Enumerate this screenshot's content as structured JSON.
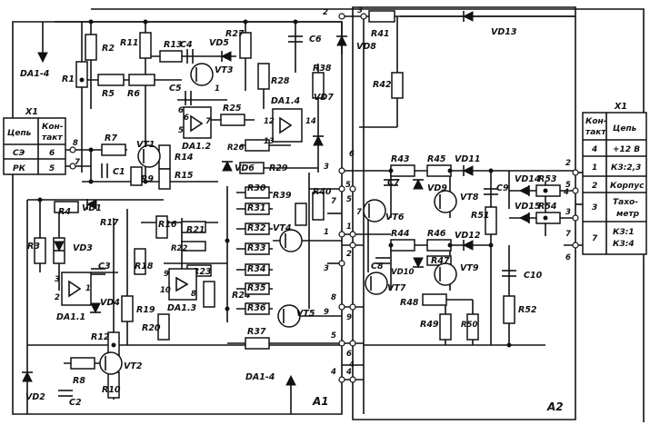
{
  "resistors": {
    "R1": "R1",
    "R2": "R2",
    "R3": "R3",
    "R4": "R4",
    "R5": "R5",
    "R6": "R6",
    "R7": "R7",
    "R8": "R8",
    "R9": "R9",
    "R10": "R10",
    "R11": "R11",
    "R12": "R12",
    "R13": "R13",
    "R14": "R14",
    "R15": "R15",
    "R16": "R16",
    "R17": "R17",
    "R18": "R18",
    "R19": "R19",
    "R20": "R20",
    "R21": "R21",
    "R22": "R22",
    "R23": "R23",
    "R24": "R24",
    "R25": "R25",
    "R26": "R26",
    "R27": "R27",
    "R28": "R28",
    "R29": "R29",
    "R30": "R30",
    "R31": "R31",
    "R32": "R32",
    "R33": "R33",
    "R34": "R34",
    "R35": "R35",
    "R36": "R36",
    "R37": "R37",
    "R38": "R38",
    "R39": "R39",
    "R40": "R40",
    "R41": "R41",
    "R42": "R42",
    "R43": "R43",
    "R44": "R44",
    "R45": "R45",
    "R46": "R46",
    "R47": "R47",
    "R48": "R48",
    "R49": "R49",
    "R50": "R50",
    "R51": "R51",
    "R52": "R52",
    "R53": "R53",
    "R54": "R54"
  },
  "capacitors": {
    "C1": "C1",
    "C2": "C2",
    "C3": "C3",
    "C4": "C4",
    "C5": "C5",
    "C6": "C6",
    "C7": "C7",
    "C8": "C8",
    "C9": "C9",
    "C10": "C10"
  },
  "diodes": {
    "VD1": "VD1",
    "VD2": "VD2",
    "VD3": "VD3",
    "VD4": "VD4",
    "VD5": "VD5",
    "VD6": "VD6",
    "VD7": "VD7",
    "VD8": "VD8",
    "VD9": "VD9",
    "VD10": "VD10",
    "VD11": "VD11",
    "VD12": "VD12",
    "VD13": "VD13",
    "VD14": "VD14",
    "VD15": "VD15"
  },
  "transistors": {
    "VT1": "VT1",
    "VT2": "VT2",
    "VT3": "VT3",
    "VT4": "VT4",
    "VT5": "VT5",
    "VT6": "VT6",
    "VT7": "VT7",
    "VT8": "VT8",
    "VT9": "VT9"
  },
  "opamps": {
    "DA1.1": "DA1.1",
    "DA1.2": "DA1.2",
    "DA1.3": "DA1.3",
    "DA1.4": "DA1.4"
  },
  "opamp_pins": {
    "a1": "1",
    "a2": "2",
    "a3": "3",
    "b5": "5",
    "b6": "6",
    "b7": "7",
    "c8": "8",
    "c9": "9",
    "c10": "10",
    "d12": "12",
    "d13": "13",
    "d14": "14"
  },
  "power_labels": {
    "top": "DA1-4",
    "bottom": "DA1-4"
  },
  "modules": {
    "a1": "A1",
    "a2": "A2"
  },
  "node_numbers": {
    "n1": "1",
    "n2": "2",
    "n3": "3",
    "n4": "4",
    "n5": "5",
    "n6": "6",
    "n7": "7",
    "n8": "8",
    "n9": "9",
    "n1b": "1",
    "n2b": "2",
    "n3b": "3",
    "n4b": "4",
    "n5b": "5",
    "n6b": "6",
    "n7b": "7",
    "n8b": "8",
    "n9b": "9",
    "n1c": "1",
    "n2c": "2",
    "n3c": "3",
    "n4c": "4",
    "n5c": "5",
    "n6c": "6",
    "n7c": "7",
    "n3d": "3",
    "n4d": "4",
    "n5d": "5",
    "n6d": "6",
    "n7d": "7"
  },
  "connector_left": {
    "name": "X1",
    "header_circuit": "Цепь",
    "header_contact_1": "Кон-",
    "header_contact_2": "такт",
    "rows": [
      {
        "circuit": "СЭ",
        "contact": "6"
      },
      {
        "circuit": "РК",
        "contact": "5"
      }
    ]
  },
  "connector_right": {
    "name": "X1",
    "header_contact_1": "Кон-",
    "header_contact_2": "такт",
    "header_circuit": "Цепь",
    "rows": [
      {
        "contact": "4",
        "circuit": "+12 В"
      },
      {
        "contact": "1",
        "circuit": "КЗ:2,3"
      },
      {
        "contact": "2",
        "circuit": "Корпус"
      },
      {
        "contact": "3",
        "circuit_1": "Тахо-",
        "circuit_2": "метр"
      },
      {
        "contact": "7",
        "circuit_1": "КЗ:1",
        "circuit_2": "КЗ:4"
      }
    ]
  }
}
